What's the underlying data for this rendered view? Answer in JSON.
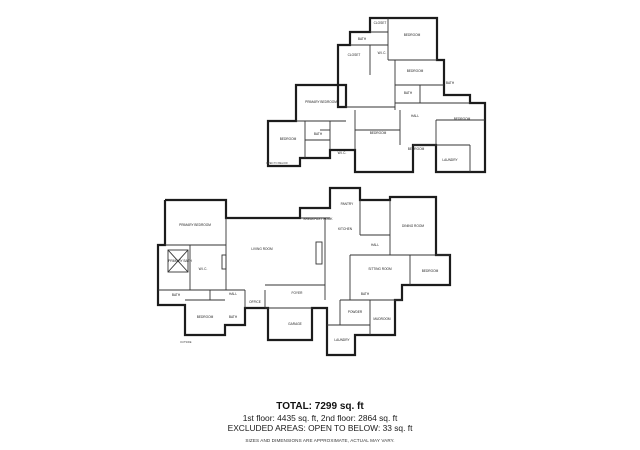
{
  "summary": {
    "total": "TOTAL: 7299 sq. ft",
    "floors": "1st floor: 4435 sq. ft, 2nd floor: 2864 sq. ft",
    "excluded": "EXCLUDED AREAS: OPEN TO BELOW: 33 sq. ft",
    "disclaimer": "SIZES AND DIMENSIONS ARE APPROXIMATE, ACTUAL MAY VARY."
  },
  "second_floor": {
    "rooms": {
      "closet_top": "CLOSET",
      "bedroom_1": "BEDROOM",
      "bath_top": "BATH",
      "w_i_c_1": "W.I.C.",
      "bedroom_2": "BEDROOM",
      "closet_2": "CLOSET",
      "bath_2": "BATH",
      "primary_bedroom": "PRIMARY BEDROOM",
      "bedroom_3": "BEDROOM",
      "bath_3": "BATH",
      "hall": "HALL",
      "bedroom_4": "BEDROOM",
      "bath_4": "BATH",
      "bedroom_5": "BEDROOM",
      "laundry": "LAUNDRY",
      "bedroom_6": "BEDROOM",
      "w_i_c_2": "W.I.C."
    },
    "note": "OPEN TO BELOW"
  },
  "first_floor": {
    "rooms": {
      "primary_bedroom": "PRIMARY BEDROOM",
      "w_i_c": "W.I.C.",
      "primary_bath": "PRIMARY BATH",
      "bath_1": "BATH",
      "living_room": "LIVING ROOM",
      "breakfast_nook": "BREAKFAST NOOK",
      "kitchen": "KITCHEN",
      "pantry": "PANTRY",
      "dining_room": "DINING ROOM",
      "hall_1": "HALL",
      "sitting_room": "SITTING ROOM",
      "bedroom_1": "BEDROOM",
      "bath_2": "BATH",
      "laundry": "LAUNDRY",
      "garage": "GARAGE",
      "foyer": "FOYER",
      "office": "OFFICE",
      "bedroom_2": "BEDROOM",
      "hall_2": "HALL",
      "powder": "POWDER",
      "bath_3": "BATH",
      "mudroom": "MUDROOM"
    },
    "note": "OUTSIDE"
  }
}
